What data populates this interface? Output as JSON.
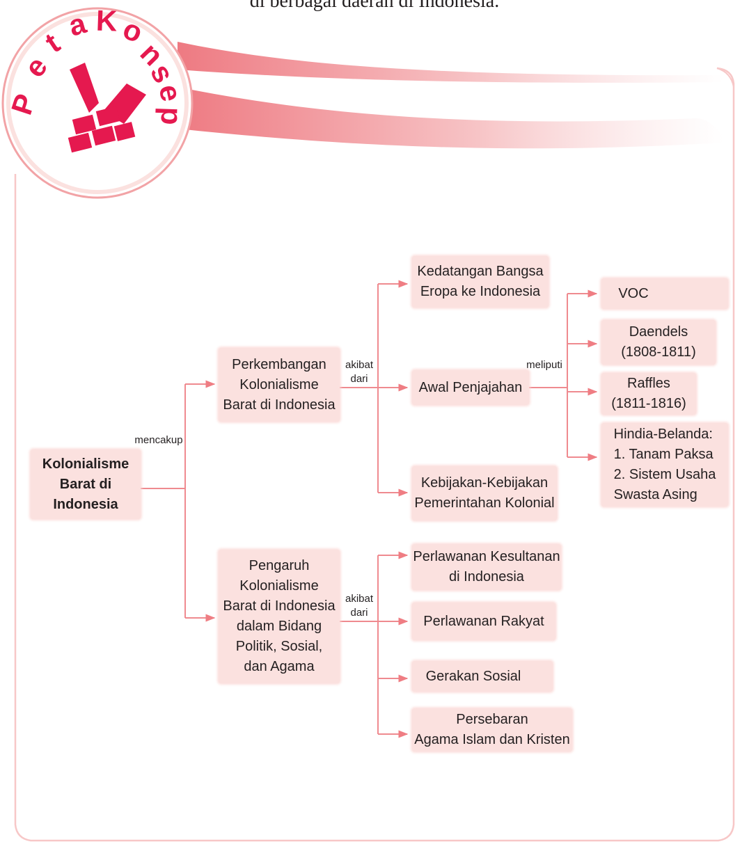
{
  "header": {
    "caption": "di berbagai daerah di Indonesia."
  },
  "logo": {
    "letters": [
      "P",
      "e",
      "t",
      "a",
      "K",
      "o",
      "n",
      "s",
      "e",
      "p"
    ],
    "text": "Peta Konsep",
    "accent_color": "#e5194f",
    "ring_color": "#f2a3a6"
  },
  "colors": {
    "node_fill": "#fbe1df",
    "connector": "#ef8a8f",
    "arrowhead": "#ef7d83",
    "frame": "#f7c7c7"
  },
  "nodes": {
    "root": "Kolonialisme\nBarat di\nIndonesia",
    "perkembangan": "Perkembangan\nKolonialisme\nBarat di Indonesia",
    "pengaruh": "Pengaruh\nKolonialisme\nBarat di Indonesia\ndalam Bidang\nPolitik, Sosial,\ndan Agama",
    "kedatangan": "Kedatangan Bangsa\nEropa ke Indonesia",
    "awal": "Awal Penjajahan",
    "kebijakan": "Kebijakan-Kebijakan\nPemerintahan Kolonial",
    "voc": "VOC",
    "daendels": "Daendels\n(1808-1811)",
    "raffles": "Raffles\n(1811-1816)",
    "hindia": "Hindia-Belanda:\n1. Tanam Paksa\n2. Sistem Usaha\n    Swasta Asing",
    "perlawanan_kesultanan": "Perlawanan Kesultanan\ndi Indonesia",
    "perlawanan_rakyat": "Perlawanan Rakyat",
    "gerakan_sosial": "Gerakan Sosial",
    "persebaran": "Persebaran\nAgama Islam dan Kristen"
  },
  "edge_labels": {
    "mencakup": "mencakup",
    "akibat_dari_1": "akibat\ndari",
    "meliputi": "meliputi",
    "akibat_dari_2": "akibat\ndari"
  }
}
